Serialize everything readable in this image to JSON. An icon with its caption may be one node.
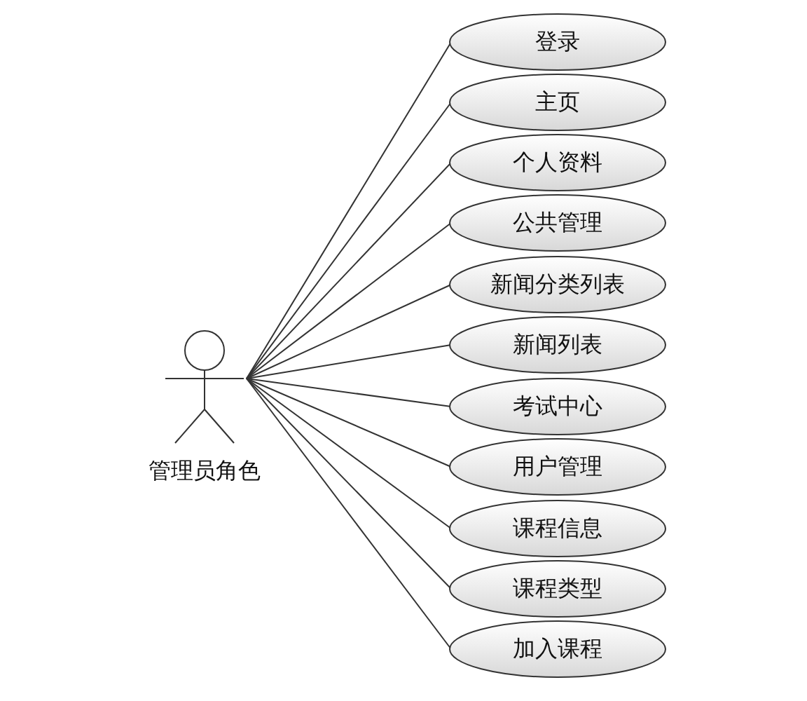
{
  "diagram": {
    "nodes": [
      {
        "text": [
          "管理员角色"
        ]
      },
      {
        "text": [
          "登录"
        ]
      },
      {
        "text": [
          "主页"
        ]
      },
      {
        "text": [
          "个人资料"
        ]
      },
      {
        "text": [
          "公共管理"
        ]
      },
      {
        "text": [
          "新闻分类列表"
        ]
      },
      {
        "text": [
          "新闻列表"
        ]
      },
      {
        "text": [
          "考试中心"
        ]
      },
      {
        "text": [
          "用户管理"
        ]
      },
      {
        "text": [
          "课程信息"
        ]
      },
      {
        "text": [
          "课程类型"
        ]
      },
      {
        "text": [
          "加入课程"
        ]
      }
    ],
    "edges": [
      {
        "from": 0,
        "to": 1,
        "arrow": "none"
      },
      {
        "from": 0,
        "to": 2,
        "arrow": "none"
      },
      {
        "from": 0,
        "to": 3,
        "arrow": "none"
      },
      {
        "from": 0,
        "to": 4,
        "arrow": "none"
      },
      {
        "from": 0,
        "to": 5,
        "arrow": "none"
      },
      {
        "from": 0,
        "to": 6,
        "arrow": "none"
      },
      {
        "from": 0,
        "to": 7,
        "arrow": "none"
      },
      {
        "from": 0,
        "to": 8,
        "arrow": "none"
      },
      {
        "from": 0,
        "to": 9,
        "arrow": "none"
      },
      {
        "from": 0,
        "to": 10,
        "arrow": "none"
      },
      {
        "from": 0,
        "to": 11,
        "arrow": "none"
      }
    ]
  }
}
